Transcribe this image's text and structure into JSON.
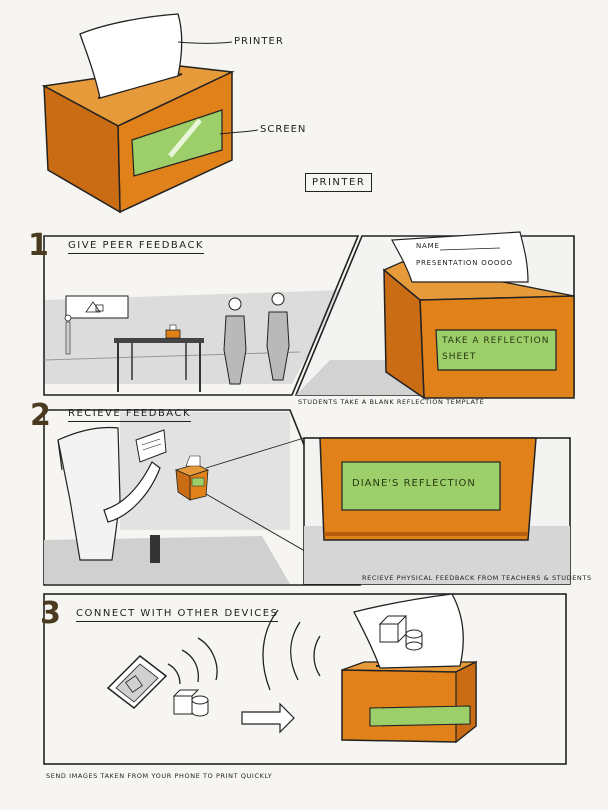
{
  "labels": {
    "printer": "PRINTER",
    "screen": "SCREEN",
    "printer_title": "PRINTER"
  },
  "steps": [
    {
      "number": "1",
      "title": "GIVE PEER FEEDBACK",
      "paper_line1": "NAME",
      "paper_line2": "PRESENTATION OOOOO",
      "screen_text_line1": "TAKE A REFLECTION",
      "screen_text_line2": "SHEET",
      "caption": "STUDENTS TAKE A BLANK REFLECTION TEMPLATE"
    },
    {
      "number": "2",
      "title": "RECIEVE FEEDBACK",
      "screen_text": "DIANE'S REFLECTION",
      "caption": "RECIEVE PHYSICAL FEEDBACK FROM TEACHERS & STUDENTS"
    },
    {
      "number": "3",
      "title": "CONNECT WITH OTHER DEVICES",
      "caption": "SEND IMAGES TAKEN FROM YOUR PHONE TO PRINT QUICKLY"
    }
  ],
  "colors": {
    "orange": "#e0811a",
    "orange_dark": "#b65e10",
    "orange_side": "#c96c14",
    "green": "#9ccf6a",
    "green_dark": "#7fb04f",
    "grey": "#b9b9b9",
    "ink": "#222222"
  }
}
